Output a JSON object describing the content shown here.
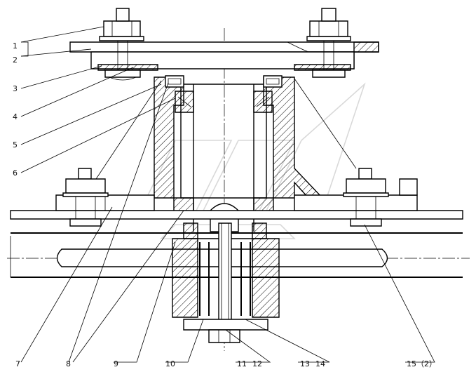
{
  "figure": {
    "kind": "mechanical-assembly-section",
    "callouts": [
      {
        "id": "c1",
        "text": "1"
      },
      {
        "id": "c2",
        "text": "2"
      },
      {
        "id": "c3",
        "text": "3"
      },
      {
        "id": "c4",
        "text": "4"
      },
      {
        "id": "c5",
        "text": "5"
      },
      {
        "id": "c6",
        "text": "6"
      },
      {
        "id": "c7",
        "text": "7"
      },
      {
        "id": "c8",
        "text": "8"
      },
      {
        "id": "c9",
        "text": "9"
      },
      {
        "id": "c10",
        "text": "10"
      },
      {
        "id": "c11",
        "text": "11"
      },
      {
        "id": "c12",
        "text": "12"
      },
      {
        "id": "c13",
        "text": "13"
      },
      {
        "id": "c14",
        "text": "14"
      },
      {
        "id": "c15",
        "text": "15（2）"
      }
    ]
  },
  "colors": {
    "line": "#000000",
    "background": "#ffffff",
    "watermark": "#d9d9d9"
  }
}
